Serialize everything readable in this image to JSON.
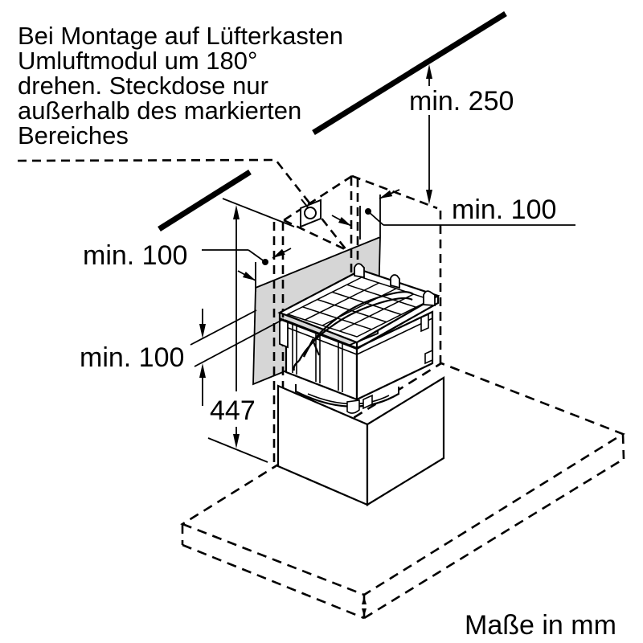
{
  "diagram": {
    "title_note_lines": [
      "Bei Montage auf Lüfterkasten",
      "Umluftmodul um 180°",
      "drehen. Steckdose nur",
      "außerhalb des markierten",
      "Bereiches"
    ],
    "dimensions": {
      "ceiling_clearance": "min. 250",
      "right_clearance": "min. 100",
      "left_clearance": "min. 100",
      "lower_left_clearance": "min. 100",
      "module_height": "447"
    },
    "footer": {
      "units_note": "Maße in mm"
    },
    "icons": {
      "socket": "power-socket-icon"
    },
    "colors": {
      "ink": "#000000",
      "panel_gray": "#d6d6d6",
      "background": "#ffffff"
    }
  }
}
